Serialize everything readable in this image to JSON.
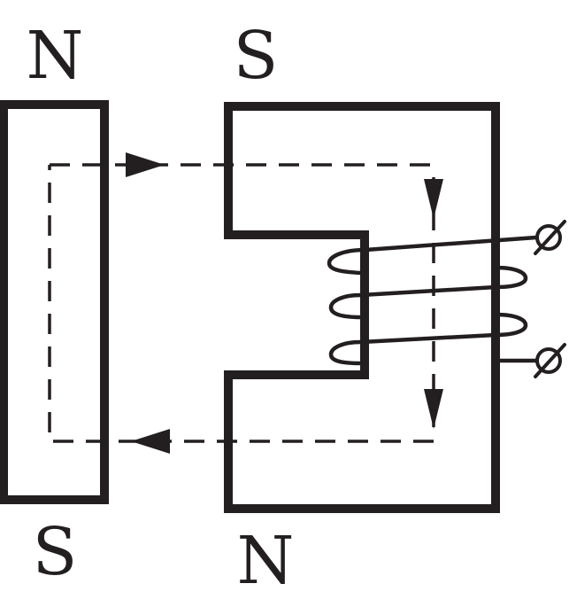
{
  "labels": {
    "bar_magnet_top": "N",
    "bar_magnet_bottom": "S",
    "electromagnet_top": "S",
    "electromagnet_bottom": "N"
  },
  "colors": {
    "stroke": "#231f20",
    "background": "#ffffff"
  }
}
